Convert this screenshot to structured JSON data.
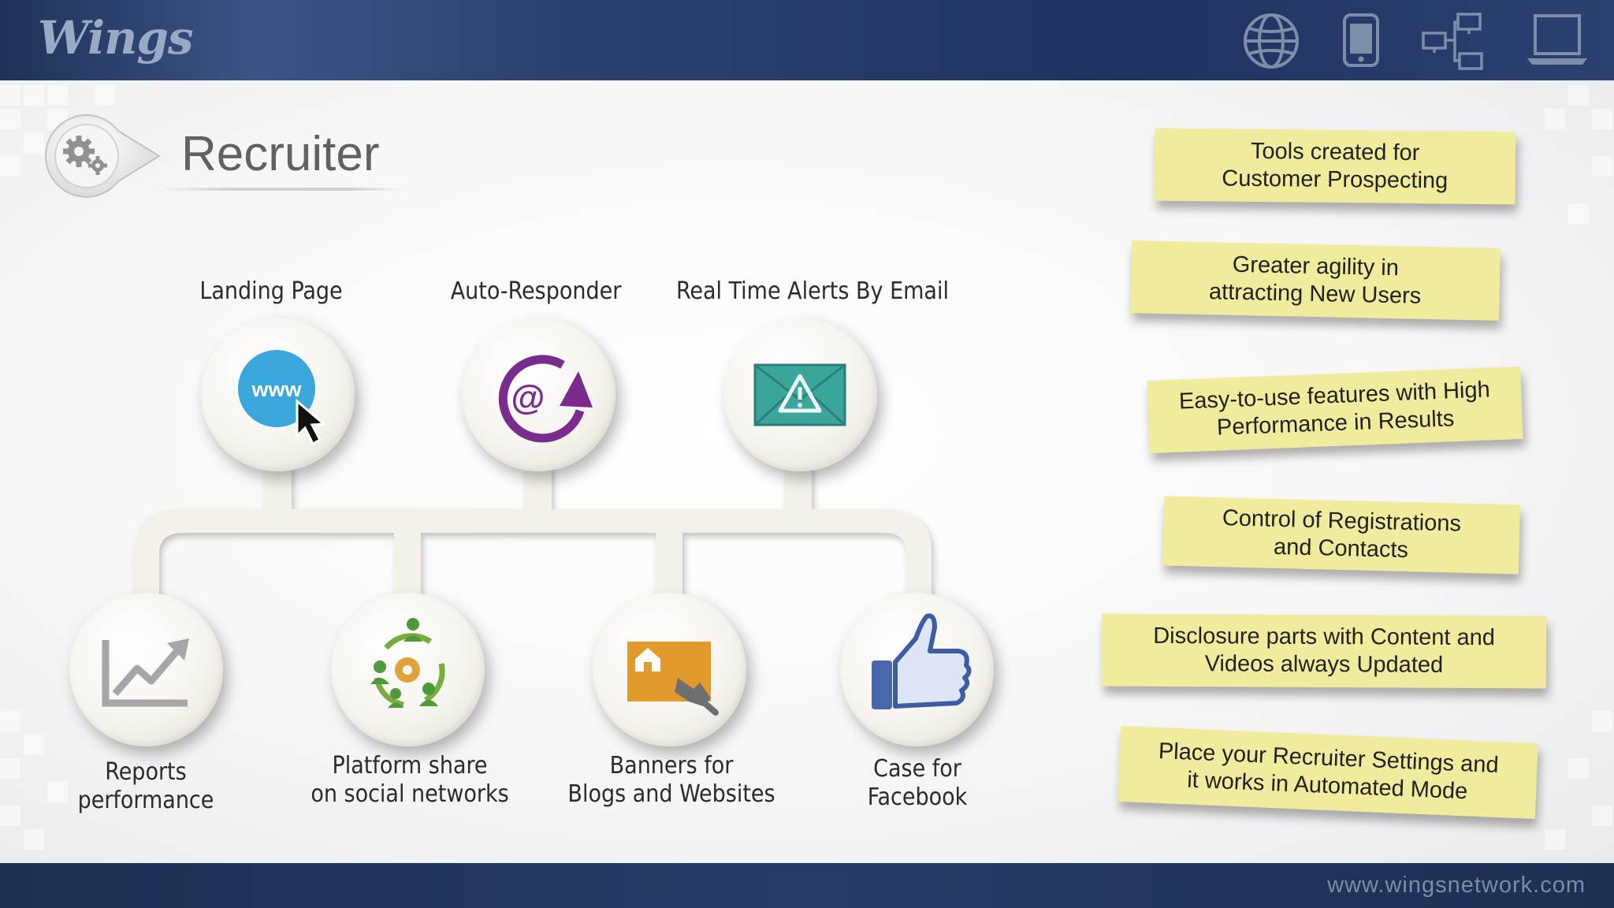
{
  "header": {
    "logo_text": "Wings",
    "icons": [
      "globe-icon",
      "mobile-phone-icon",
      "network-icon",
      "laptop-icon"
    ]
  },
  "page": {
    "title": "Recruiter",
    "badge_icon": "gears-icon"
  },
  "diagram": {
    "top_nodes": [
      {
        "label": "Landing Page",
        "icon": "www-cursor-icon"
      },
      {
        "label": "Auto-Responder",
        "icon": "at-sign-arrow-icon"
      },
      {
        "label": "Real Time Alerts By Email",
        "icon": "alert-envelope-icon"
      }
    ],
    "bottom_nodes": [
      {
        "label": "Reports\nperformance",
        "icon": "line-chart-icon"
      },
      {
        "label": "Platform share\non social networks",
        "icon": "social-share-icon"
      },
      {
        "label": "Banners for\nBlogs and Websites",
        "icon": "banner-click-icon"
      },
      {
        "label": "Case for\nFacebook",
        "icon": "thumbs-up-icon"
      }
    ]
  },
  "notes": [
    "Tools created for\nCustomer Prospecting",
    "Greater agility in\nattracting New Users",
    "Easy-to-use features with High\nPerformance in Results",
    "Control of Registrations\nand Contacts",
    "Disclosure parts with Content and\nVideos always Updated",
    "Place your Recruiter Settings and\nit works in Automated Mode"
  ],
  "footer": {
    "website": "www.wingsnetwork.com"
  },
  "colors": {
    "header_bg": "#24395f",
    "note_bg": "#f1ec9d",
    "www_blue": "#3aa7dc",
    "responder_purple": "#7a2b8e",
    "envelope_teal": "#3aa59b",
    "banner_orange": "#e29a2c",
    "facebook_blue": "#4a67ad",
    "social_green": "#76ad3b"
  }
}
